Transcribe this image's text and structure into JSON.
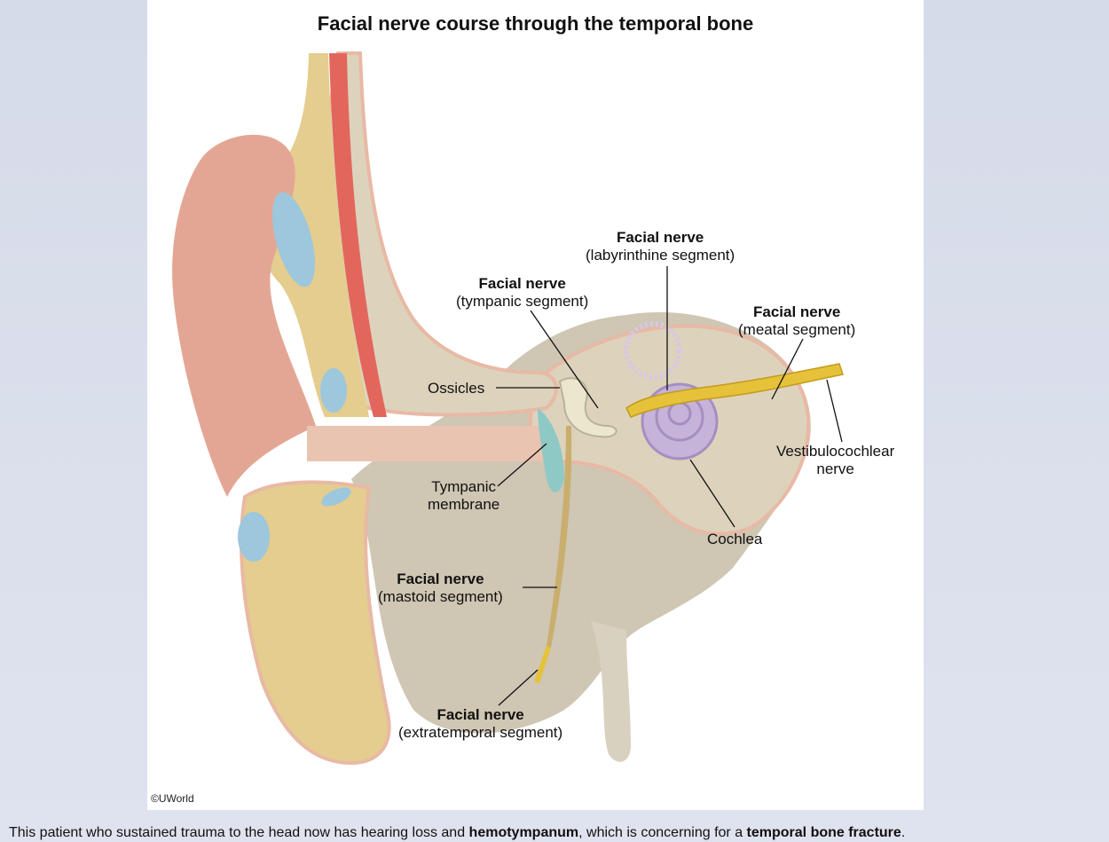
{
  "figure": {
    "title": "Facial nerve course through the temporal bone",
    "copyright": "©UWorld"
  },
  "labels": {
    "labyrinthine": {
      "bold": "Facial nerve",
      "sub": "(labyrinthine segment)"
    },
    "tympanic": {
      "bold": "Facial nerve",
      "sub": "(tympanic segment)"
    },
    "meatal": {
      "bold": "Facial nerve",
      "sub": "(meatal segment)"
    },
    "ossicles": "Ossicles",
    "vestibulocochlear": {
      "line1": "Vestibulocochlear",
      "line2": "nerve"
    },
    "tympanic_membrane": {
      "line1": "Tympanic",
      "line2": "membrane"
    },
    "cochlea": "Cochlea",
    "mastoid": {
      "bold": "Facial nerve",
      "sub": "(mastoid segment)"
    },
    "extratemporal": {
      "bold": "Facial nerve",
      "sub": "(extratemporal segment)"
    }
  },
  "caption": {
    "part1": "This patient who sustained trauma to the head now has hearing loss and ",
    "bold1": "hemotympanum",
    "part2": ", which is concerning for a ",
    "bold2": "temporal bone fracture",
    "part3": "."
  }
}
